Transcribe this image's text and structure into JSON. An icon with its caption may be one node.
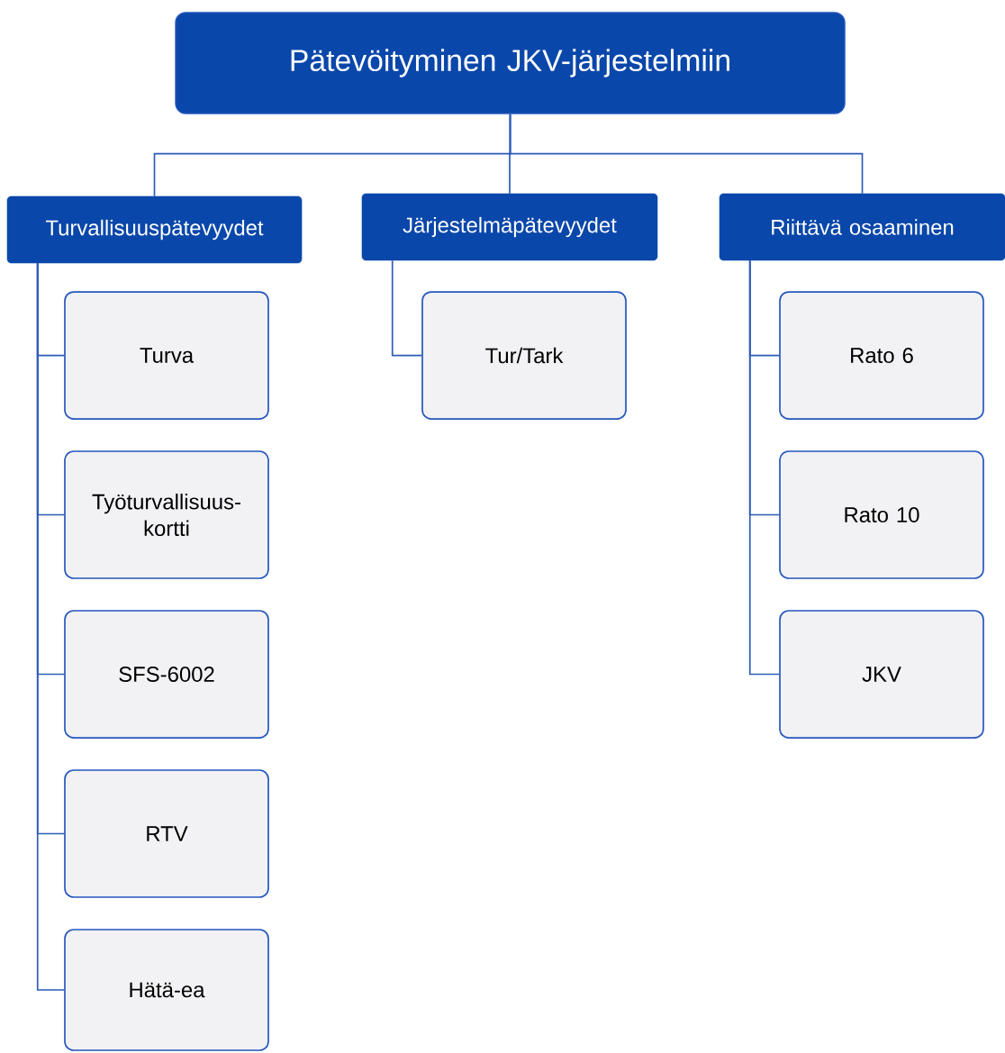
{
  "diagram": {
    "nodes": [
      {
        "text": [
          "Pätevöityminen JKV-järjestelmiin"
        ]
      },
      {
        "text": [
          "Turvallisuuspätevyydet"
        ]
      },
      {
        "text": [
          "Turva"
        ]
      },
      {
        "text": [
          "Työturvallisuus- kortti"
        ]
      },
      {
        "text": [
          "SFS-6002"
        ]
      },
      {
        "text": [
          "RTV"
        ]
      },
      {
        "text": [
          "Hätä-ea"
        ]
      },
      {
        "text": [
          "Järjestelmäpätevyydet"
        ]
      },
      {
        "text": [
          "Tur/Tark"
        ]
      },
      {
        "text": [
          "Riittävä osaaminen"
        ]
      },
      {
        "text": [
          "Rato 6"
        ]
      },
      {
        "text": [
          "Rato 10"
        ]
      },
      {
        "text": [
          "JKV"
        ]
      }
    ],
    "edges": [
      {
        "from": 0,
        "to": 1,
        "arrow": "none"
      },
      {
        "from": 0,
        "to": 7,
        "arrow": "none"
      },
      {
        "from": 0,
        "to": 9,
        "arrow": "none"
      },
      {
        "from": 1,
        "to": 2,
        "arrow": "none"
      },
      {
        "from": 1,
        "to": 3,
        "arrow": "none"
      },
      {
        "from": 1,
        "to": 4,
        "arrow": "none"
      },
      {
        "from": 1,
        "to": 5,
        "arrow": "none"
      },
      {
        "from": 1,
        "to": 6,
        "arrow": "none"
      },
      {
        "from": 7,
        "to": 8,
        "arrow": "none"
      },
      {
        "from": 9,
        "to": 10,
        "arrow": "none"
      },
      {
        "from": 9,
        "to": 11,
        "arrow": "none"
      },
      {
        "from": 9,
        "to": 12,
        "arrow": "none"
      }
    ]
  }
}
